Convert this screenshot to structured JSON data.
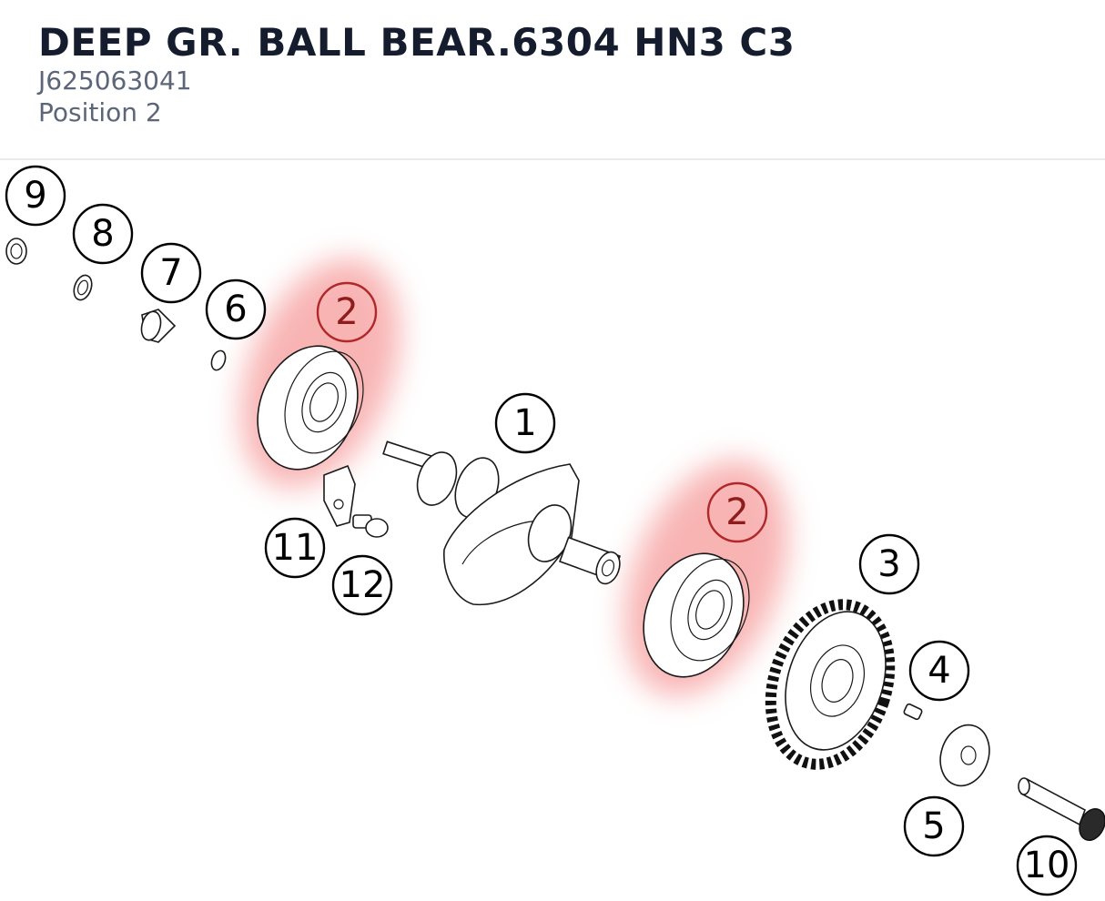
{
  "header": {
    "title": "DEEP GR. BALL BEAR.6304 HN3 C3",
    "part_number": "J625063041",
    "position": "Position 2"
  },
  "diagram": {
    "highlight_color": "#f26a6a",
    "callouts": {
      "c1": "1",
      "c2a": "2",
      "c2b": "2",
      "c3": "3",
      "c4": "4",
      "c5": "5",
      "c6": "6",
      "c7": "7",
      "c8": "8",
      "c9": "9",
      "c10": "10",
      "c11": "11",
      "c12": "12"
    }
  }
}
